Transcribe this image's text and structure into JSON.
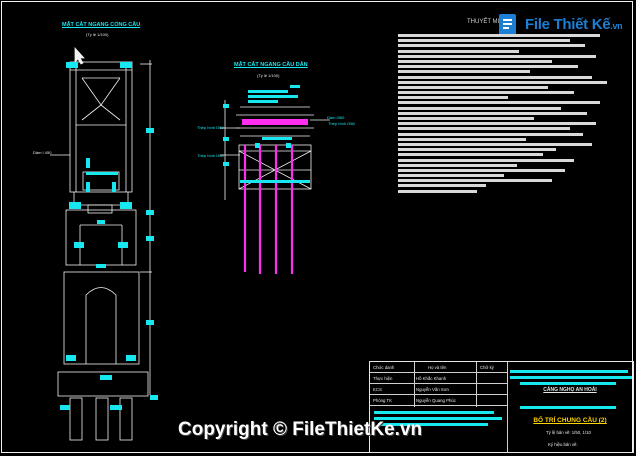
{
  "watermark": {
    "logo_text": "File Thiết Kế",
    "logo_suffix": ".vn",
    "copyright": "Copyright © FileThietKe.vn"
  },
  "drawing": {
    "top_label": "THUYẾT MI",
    "view_left": {
      "title": "MẶT CẮT NGANG CỔNG CẦU",
      "scale": "(Tỷ lệ 1/100)",
      "dim_label": "Dầm I 450"
    },
    "view_mid": {
      "title": "MẶT CẮT NGANG CẦU DẪN",
      "scale": "(Tỷ lệ 1/100)",
      "label_1": "Thép hình I360",
      "label_2": "Thép hình I360",
      "label_3": "Dầm I360",
      "label_4": "Thép hình I360"
    }
  },
  "titleblock": {
    "header_left": "Chức danh",
    "header_mid": "Họ và tên",
    "header_right": "Chữ ký",
    "rows": [
      {
        "role": "Thực hiện",
        "name": "Hồ Khắc Khanh"
      },
      {
        "role": "KCS",
        "name": "Nguyễn Văn Sơn"
      },
      {
        "role": "Phòng TK",
        "name": "Nguyễn Quang Phúc"
      }
    ],
    "company": "CẢNG NGHỌ AN HOẢI",
    "drawing_title": "BỐ TRÍ CHUNG CẦU (2)",
    "scale": "Tỷ lệ bản vẽ: 1/50, 1/10",
    "code": "Ký hiệu bản vẽ:"
  },
  "colors": {
    "background": "#000000",
    "line": "#f2f2f2",
    "accent_cyan": "#17e8f0",
    "pile_magenta": "#ff2df0",
    "title_yellow": "#ffd400",
    "brand_blue": "#1c7fd4"
  }
}
